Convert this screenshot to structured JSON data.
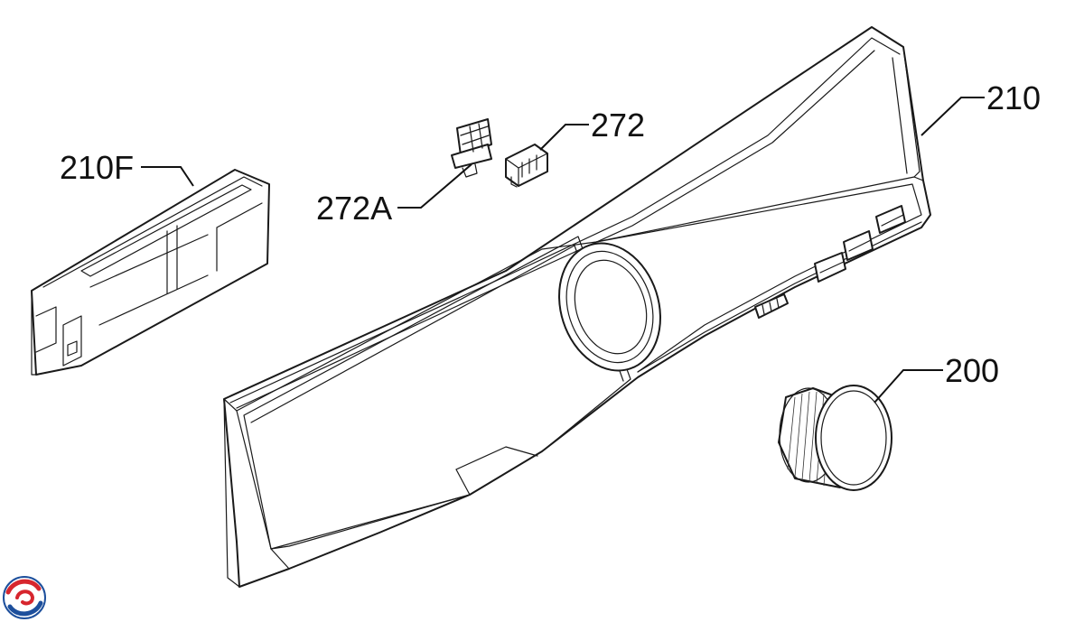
{
  "callouts": {
    "c200": "200",
    "c210": "210",
    "c210F": "210F",
    "c272": "272",
    "c272A": "272A"
  },
  "colors": {
    "line": "#1a1a1a",
    "background": "#ffffff",
    "logo_red": "#d7262e",
    "logo_blue": "#1d4f9c"
  },
  "icons": {
    "logo": "swirl-logo-icon"
  }
}
